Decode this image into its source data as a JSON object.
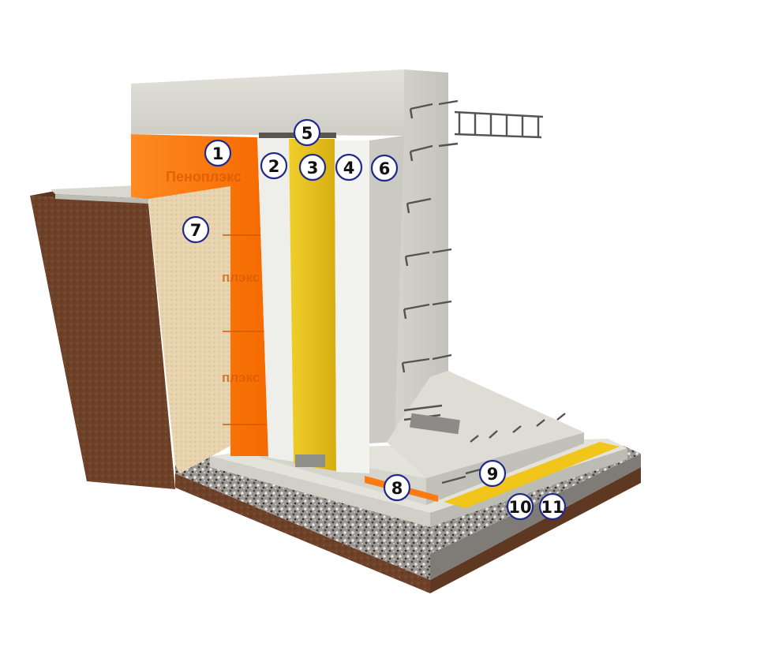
{
  "brand_text": "Пеноплэкс",
  "brand_text_partial": "плэкс",
  "callouts": [
    {
      "id": "c1",
      "label": "1"
    },
    {
      "id": "c2",
      "label": "2"
    },
    {
      "id": "c3",
      "label": "3"
    },
    {
      "id": "c4",
      "label": "4"
    },
    {
      "id": "c5",
      "label": "5"
    },
    {
      "id": "c6",
      "label": "6"
    },
    {
      "id": "c7",
      "label": "7"
    },
    {
      "id": "c8",
      "label": "8"
    },
    {
      "id": "c9",
      "label": "9"
    },
    {
      "id": "c10",
      "label": "10"
    },
    {
      "id": "c11",
      "label": "11"
    }
  ],
  "colors": {
    "soil": "#6e4129",
    "sand": "#e7d3ad",
    "insulation_orange": "#ff7a10",
    "membrane_yellow": "#e6c01a",
    "concrete": "#d7d6cf",
    "gravel": "#8d8a86",
    "outline": "#1f2a8a"
  }
}
